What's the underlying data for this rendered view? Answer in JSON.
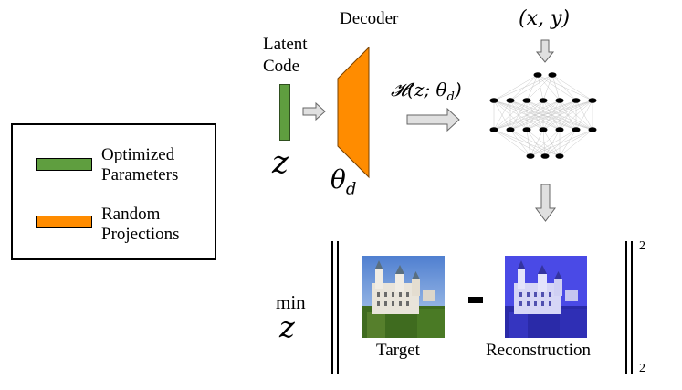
{
  "legend": {
    "items": [
      {
        "label_line1": "Optimized",
        "label_line2": "Parameters",
        "color": "#5f9e3f"
      },
      {
        "label_line1": "Random",
        "label_line2": "Projections",
        "color": "#ff8c00"
      }
    ]
  },
  "latent": {
    "label_line1": "Latent",
    "label_line2": "Code",
    "symbol": "z",
    "color": "#5f9e3f"
  },
  "decoder": {
    "label": "Decoder",
    "symbol": "θ",
    "subscript": "d",
    "color": "#ff8c00"
  },
  "hypernet_output": {
    "label": "𝓗(z; θ_d)"
  },
  "coords_input": {
    "label": "(x, y)"
  },
  "loss": {
    "min_label": "min",
    "min_symbol": "z",
    "minus": "-",
    "superscript": "2",
    "subscript": "2",
    "target_label": "Target",
    "reconstruction_label": "Reconstruction"
  }
}
